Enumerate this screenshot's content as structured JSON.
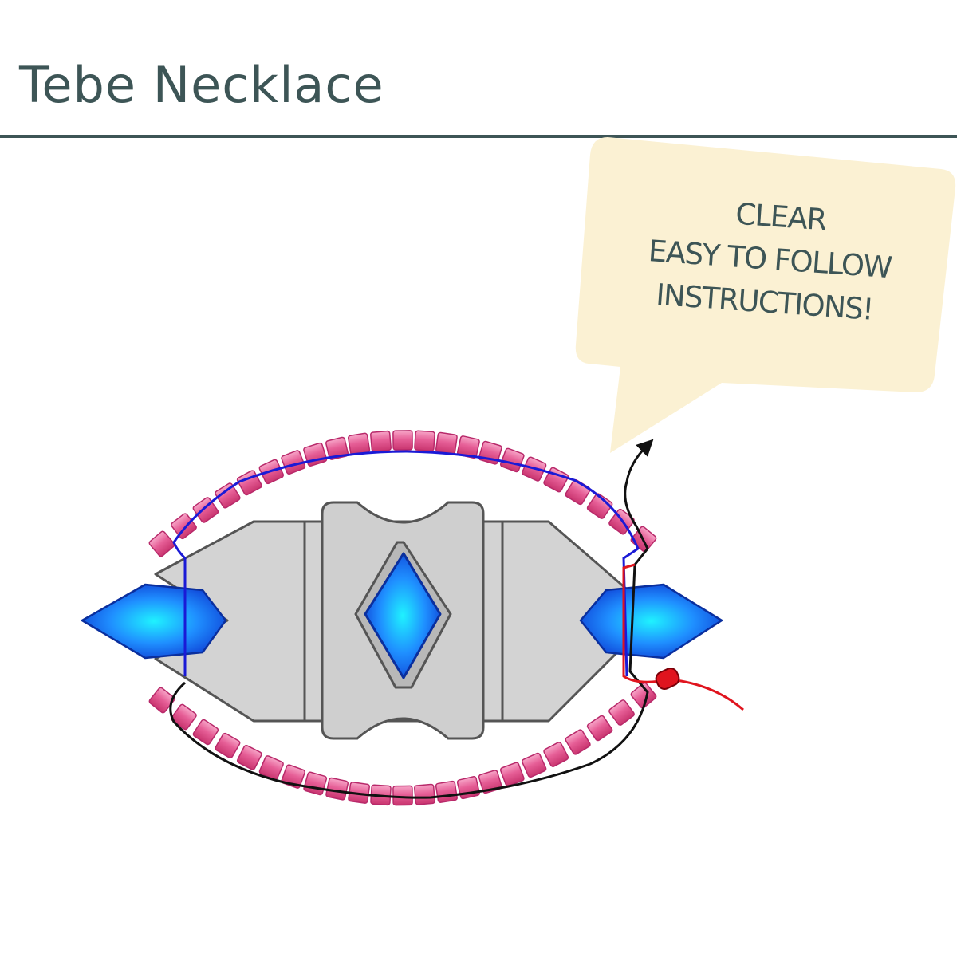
{
  "header": {
    "title": "Tebe Necklace"
  },
  "callout": {
    "lines": [
      "CLEAR",
      "EASY TO FOLLOW",
      "INSTRUCTIONS!"
    ]
  },
  "colors": {
    "title_text": "#3d5556",
    "bubble_fill": "#fbf1d3",
    "seed_bead": "#e0568f",
    "center_bead": "#cfcfcf",
    "crystal": "#1e8cff",
    "thread_blue": "#1a1ad6",
    "thread_black": "#111111",
    "thread_red": "#e0141e",
    "stopper_bead": "#e0141e"
  }
}
